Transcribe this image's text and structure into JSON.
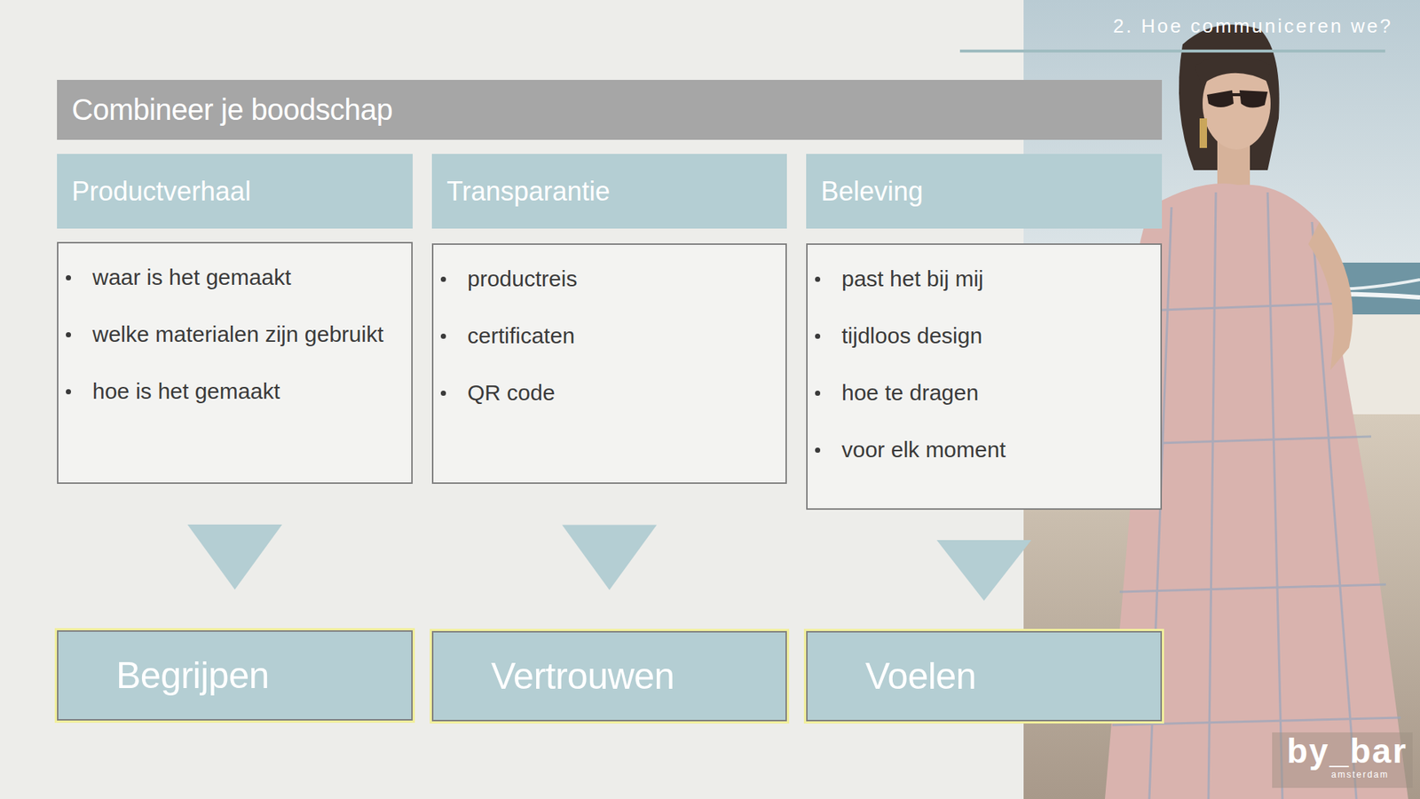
{
  "diagram": {
    "title": "Combineer je boodschap",
    "nodes": [
      {
        "text": [
          "Productverhaal"
        ]
      },
      {
        "text": [
          "Transparantie"
        ]
      },
      {
        "text": [
          "Beleving"
        ]
      },
      {
        "text": [
          "waar is het gemaakt",
          "welke materialen zijn gebruikt",
          "hoe is het gemaakt"
        ]
      },
      {
        "text": [
          "productreis",
          "certificaten",
          "QR code"
        ]
      },
      {
        "text": [
          "past het bij mij",
          "tijdloos design",
          "hoe te dragen",
          "voor elk moment"
        ]
      },
      {
        "text": [
          "Begrijpen"
        ]
      },
      {
        "text": [
          "Vertrouwen"
        ]
      },
      {
        "text": [
          "Voelen"
        ]
      }
    ],
    "edges": [
      {
        "from": 3,
        "to": 6,
        "arrow": "to"
      },
      {
        "from": 4,
        "to": 7,
        "arrow": "to"
      },
      {
        "from": 5,
        "to": 8,
        "arrow": "to"
      }
    ],
    "labels": [
      "2. Hoe communiceren we?",
      "by_bar",
      "amsterdam"
    ]
  }
}
